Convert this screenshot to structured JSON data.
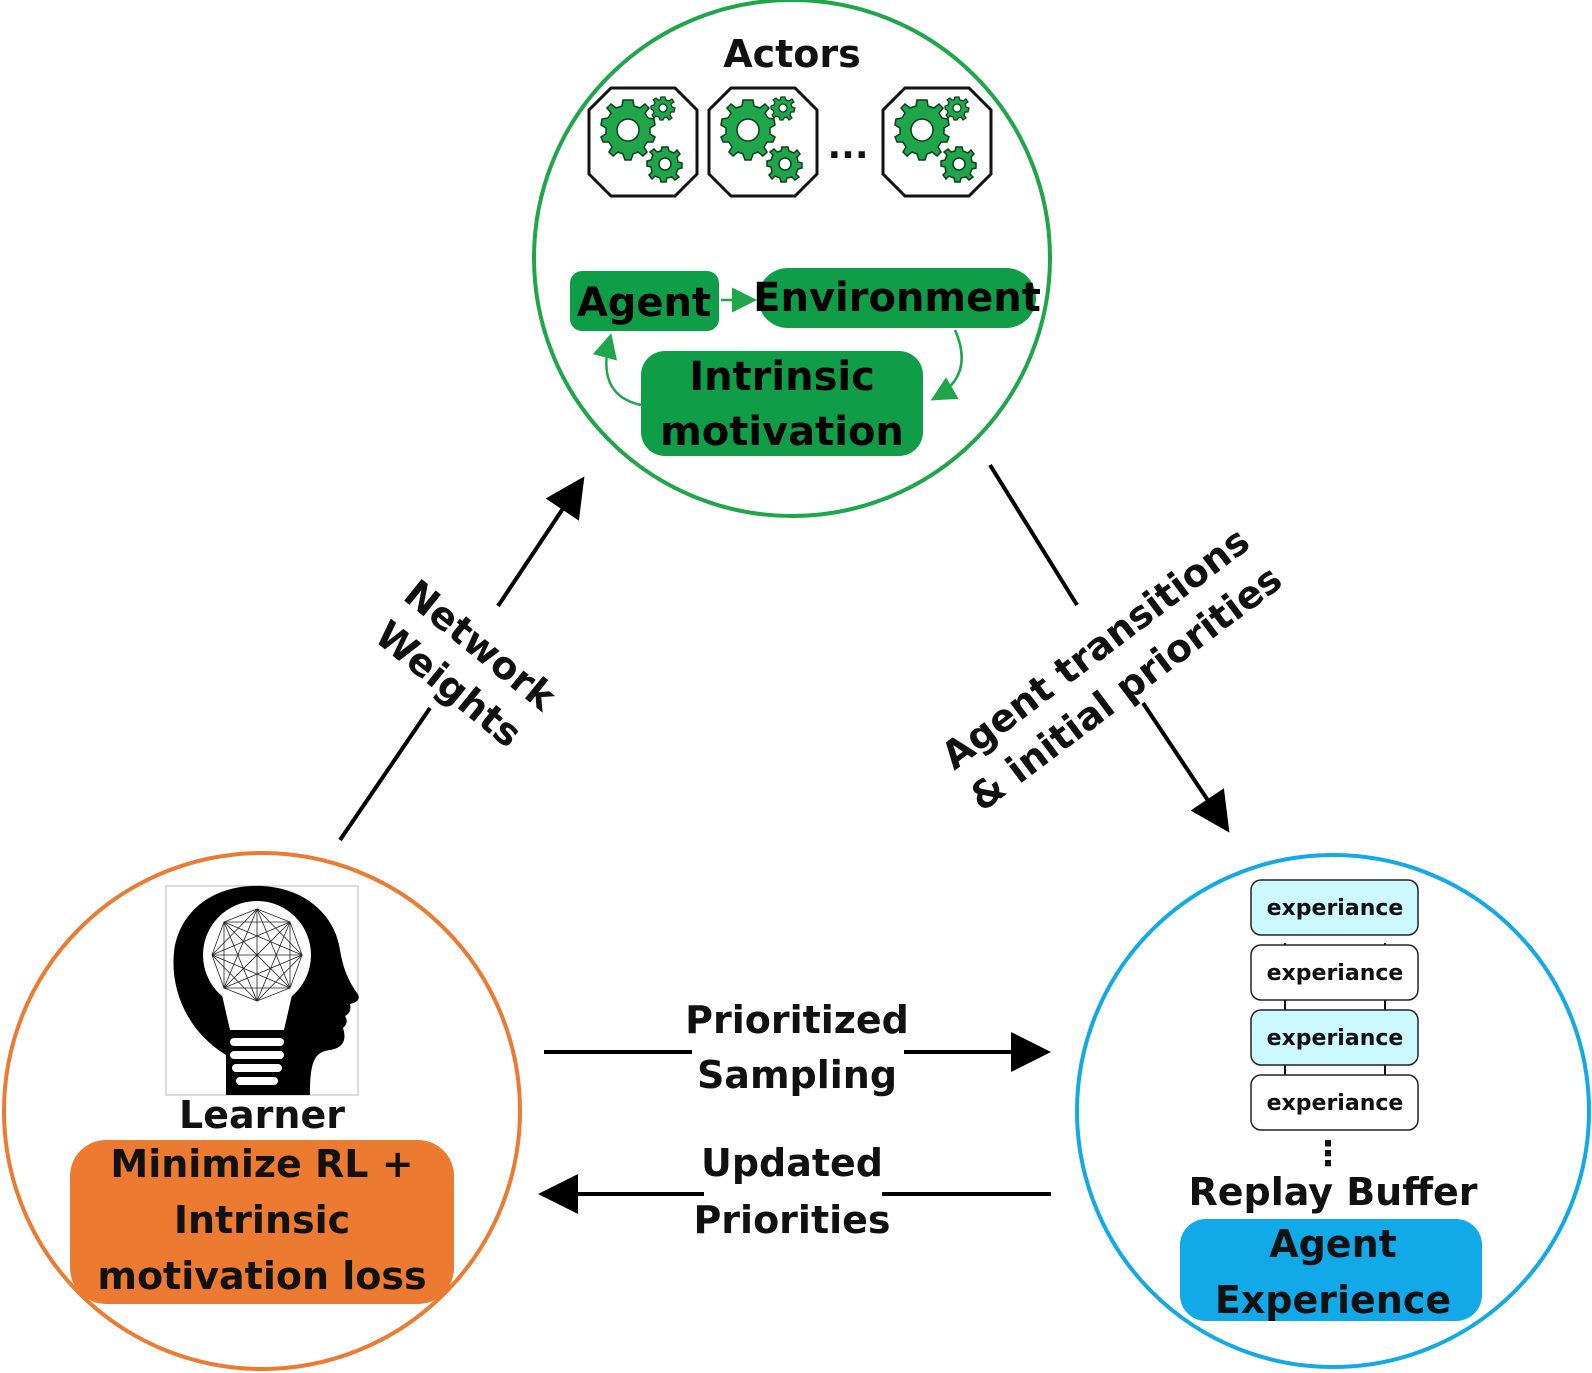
{
  "colors": {
    "actors": "#1fa64a",
    "actors_fill": "#0f9d47",
    "learner": "#ec7b31",
    "replay": "#12a9e8",
    "buffer_cell_light": "#ccf8ff",
    "arrow": "#000000"
  },
  "actors": {
    "title": "Actors",
    "dots": "...",
    "agent": "Agent",
    "environment": "Environment",
    "intrinsic_line1": "Intrinsic",
    "intrinsic_line2": "motivation",
    "icons": [
      "gears-icon",
      "gears-icon",
      "gears-icon"
    ]
  },
  "learner": {
    "title": "Learner",
    "box_line1": "Minimize RL +",
    "box_line2": "Intrinsic",
    "box_line3": "motivation loss",
    "icon": "head-lightbulb-brain-icon"
  },
  "replay": {
    "cells": [
      "experiance",
      "experiance",
      "experiance",
      "experiance"
    ],
    "vdots": "⋮",
    "title": "Replay Buffer",
    "box_line1": "Agent",
    "box_line2": "Experience"
  },
  "arrows": {
    "network_line1": "Network",
    "network_line2": "Weights",
    "transitions_line1": "Agent transitions",
    "transitions_line2": "& initial priorities",
    "sampling_line1": "Prioritized",
    "sampling_line2": "Sampling",
    "updated_line1": "Updated",
    "updated_line2": "Priorities"
  }
}
